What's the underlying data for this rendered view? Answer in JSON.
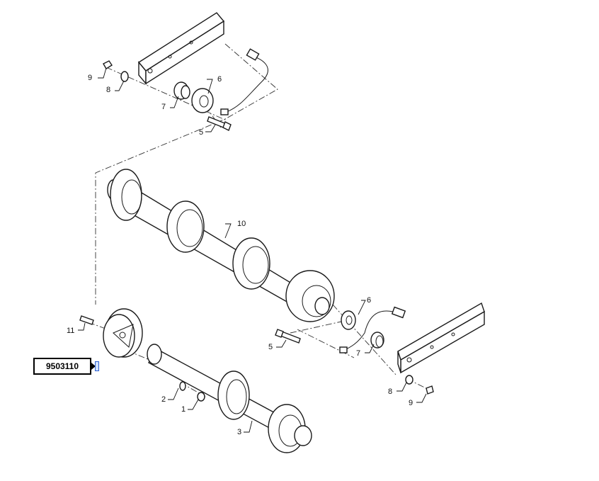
{
  "callout": {
    "part_number": "9503110"
  },
  "labels": {
    "l1": "1",
    "l2": "2",
    "l3": "3",
    "l5a": "5",
    "l5b": "5",
    "l6a": "6",
    "l6b": "6",
    "l7a": "7",
    "l7b": "7",
    "l8a": "8",
    "l8b": "8",
    "l9a": "9",
    "l9b": "9",
    "l10": "10",
    "l11": "11"
  },
  "colors": {
    "line": "#1a1a1a",
    "callout_border": "#000000",
    "marker": "#2a5fd0"
  }
}
